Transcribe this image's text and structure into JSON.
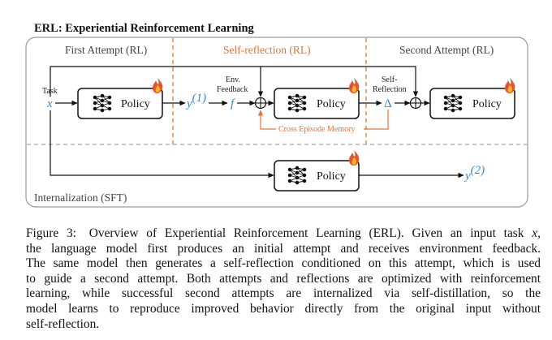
{
  "figure": {
    "title": "ERL: Experiential Reinforcement Learning",
    "sections": {
      "first_attempt": "First Attempt (RL)",
      "self_reflection": "Self-reflection (RL)",
      "second_attempt": "Second Attempt (RL)",
      "internalization": "Internalization (SFT)"
    },
    "labels": {
      "task": "Task",
      "env_feedback_line1": "Env.",
      "env_feedback_line2": "Feedback",
      "self_reflection_line1": "Self-",
      "self_reflection_line2": "Reflection",
      "cross_episode_memory": "Cross Episode Memory"
    },
    "policy_label": "Policy",
    "math": {
      "x": "x",
      "y1_base": "y",
      "y1_sup": "(1)",
      "f": "f",
      "delta": "Δ",
      "y2_base": "y",
      "y2_sup": "(2)"
    },
    "colors": {
      "accent_orange": "#e8732e",
      "math_blue": "#3d86c6",
      "frame_gray": "#9a9a9a",
      "flame_red": "#e8542a",
      "flame_yellow": "#f7b52c"
    }
  },
  "caption": {
    "label": "Figure 3:",
    "lines": [
      "Overview of Experiential Reinforcement Learning (ERL). Given an input task",
      "the language model first produces an initial attempt and receives environment feedback.",
      "The same model then generates a self-reflection conditioned on this attempt, which is used",
      "to guide a second attempt. Both attempts and reflections are optimized with reinforcement",
      "learning, while successful second attempts are internalized via self-distillation, so the",
      "model learns to reproduce improved behavior directly from the original input without",
      "self-reflection."
    ],
    "inline_math_x": "x",
    "line1_end_punct": ","
  }
}
